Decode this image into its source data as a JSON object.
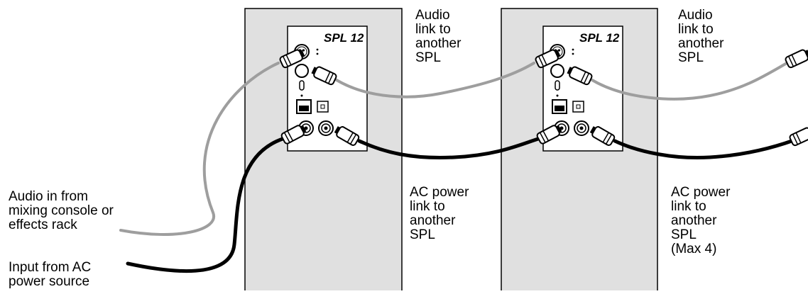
{
  "speakers": [
    {
      "model_label": "SPL 12"
    },
    {
      "model_label": "SPL 12"
    }
  ],
  "labels": {
    "audio_link_1": "Audio\nlink to\nanother\nSPL",
    "audio_link_2": "Audio\nlink to\nanother\nSPL",
    "ac_link_1": "AC power\nlink to\nanother\nSPL",
    "ac_link_2": "AC power\nlink to\nanother\nSPL\n(Max 4)",
    "audio_in": "Audio in from\nmixing console or\neffects rack",
    "ac_input": "Input from AC\npower source"
  },
  "colors": {
    "audio_cable": "#9e9e9e",
    "power_cable": "#000000",
    "speaker_fill": "#e0e0e0",
    "panel_fill": "#ffffff"
  }
}
